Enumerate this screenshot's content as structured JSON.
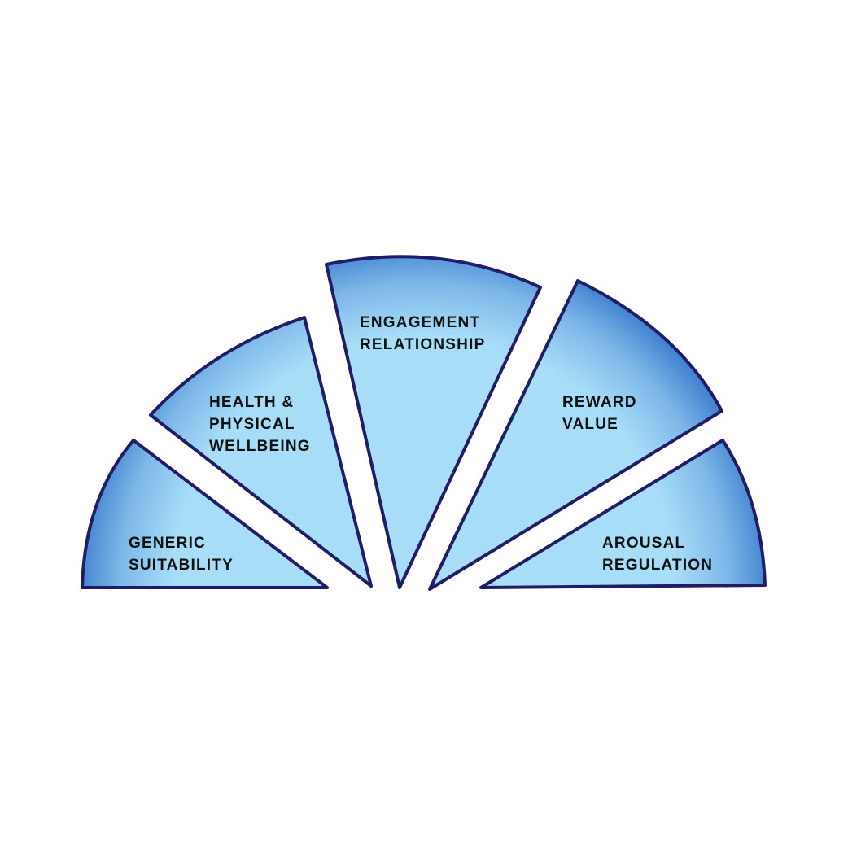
{
  "diagram": {
    "segments": [
      {
        "lines": [
          "GENERIC",
          "SUITABILITY"
        ]
      },
      {
        "lines": [
          "HEALTH &",
          "PHYSICAL",
          "WELLBEING"
        ]
      },
      {
        "lines": [
          "ENGAGEMENT",
          "RELATIONSHIP"
        ]
      },
      {
        "lines": [
          "REWARD",
          "VALUE"
        ]
      },
      {
        "lines": [
          "AROUSAL",
          "REGULATION"
        ]
      }
    ],
    "colors": {
      "fill_light": "#a8ddf8",
      "fill_dark": "#3a7ccc",
      "outline": "#1f1d66",
      "text": "#111111"
    }
  }
}
